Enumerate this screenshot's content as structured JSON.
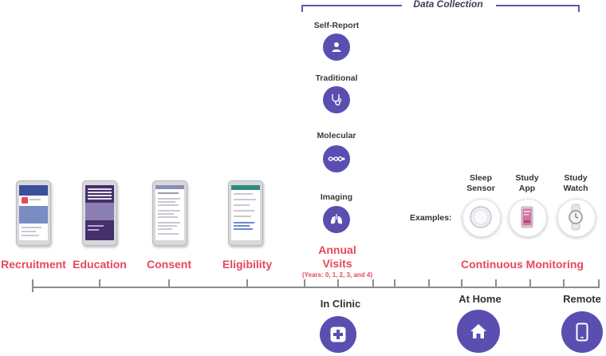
{
  "data_collection": {
    "title": "Data Collection",
    "categories": [
      {
        "label": "Self-Report",
        "icon": "person-icon"
      },
      {
        "label": "Traditional",
        "icon": "stethoscope-icon"
      },
      {
        "label": "Molecular",
        "icon": "dna-icon"
      },
      {
        "label": "Imaging",
        "icon": "lungs-icon"
      }
    ]
  },
  "stages": [
    {
      "label": "Recruitment"
    },
    {
      "label": "Education"
    },
    {
      "label": "Consent"
    },
    {
      "label": "Eligibility"
    }
  ],
  "annual_visits": {
    "line1": "Annual",
    "line2": "Visits",
    "years": "(Years: 0, 1, 2, 3, and 4)"
  },
  "continuous_monitoring": {
    "label": "Continuous Monitoring",
    "examples_label": "Examples:",
    "devices": [
      {
        "line1": "Sleep",
        "line2": "Sensor"
      },
      {
        "line1": "Study",
        "line2": "App"
      },
      {
        "line1": "Study",
        "line2": "Watch"
      }
    ]
  },
  "locations": [
    {
      "label": "In Clinic",
      "icon": "medical-cross-icon"
    },
    {
      "label": "At Home",
      "icon": "home-icon"
    },
    {
      "label": "Remote",
      "icon": "smartphone-icon"
    }
  ],
  "colors": {
    "accent_red": "#e8475a",
    "icon_purple": "#5a4fb0",
    "bracket": "#5a5aa8",
    "timeline": "#8c8c8c"
  }
}
